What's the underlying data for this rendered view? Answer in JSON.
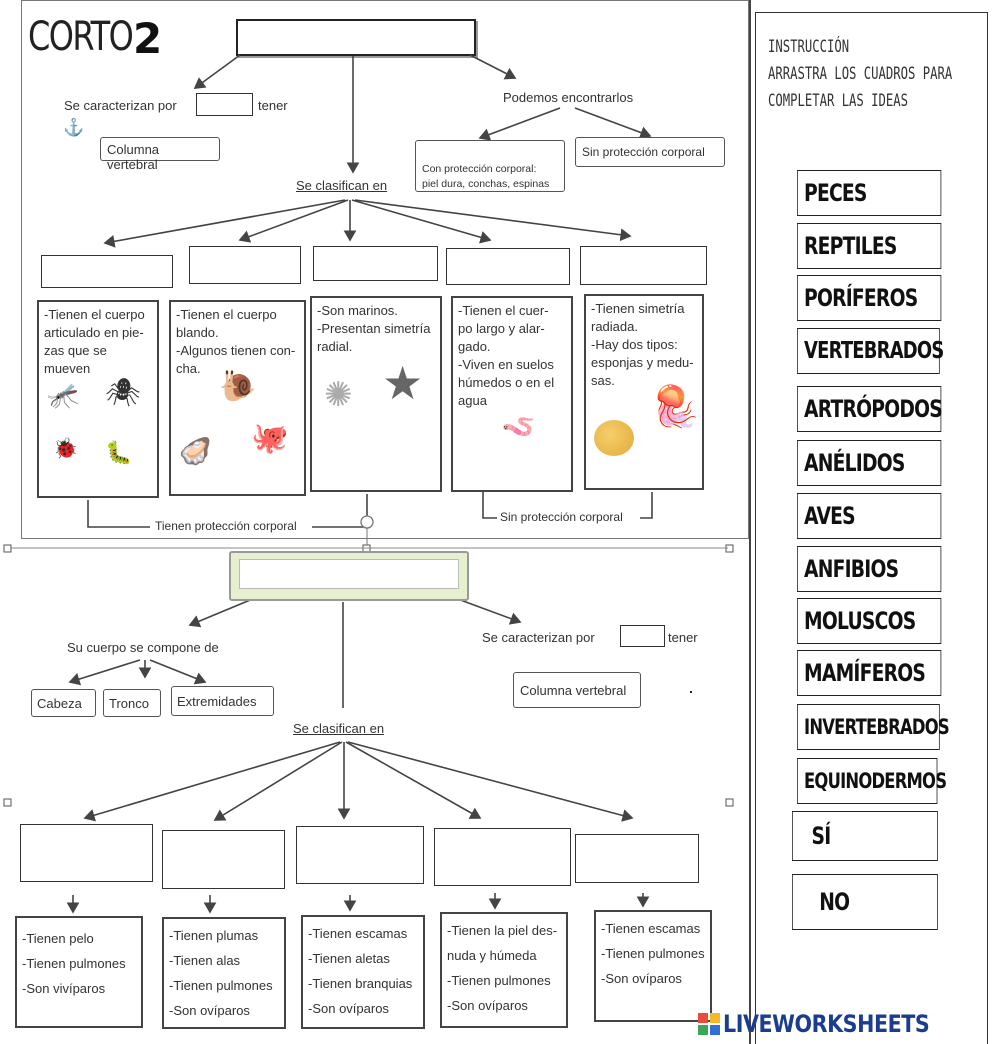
{
  "top": {
    "title": "CORTO",
    "title_num": "2",
    "left_caracterizan": "Se caracterizan por",
    "left_tener": "tener",
    "left_columna": "Columna vertebral",
    "podemos": "Podemos encontrarlos",
    "con_proteccion": "Con protección corporal:\npiel dura, conchas, espinas",
    "sin_proteccion_top": "Sin protección corporal",
    "se_clasifican": "Se clasifican en",
    "descs": [
      "-Tienen el cuerpo\narticulado en pie-\nzas que se mueven",
      "-Tienen el cuerpo\nblando.\n-Algunos tienen con-\ncha.",
      "-Son marinos.\n-Presentan simetría\nradial.",
      "-Tienen el cuer-\npo largo y alar-\ngado.\n-Viven en suelos\nhúmedos o en el\nagua",
      "-Tienen simetría\nradiada.\n-Hay dos tipos:\nesponjas y medu-\nsas."
    ],
    "tienen_proteccion": "Tienen protección corporal",
    "sin_proteccion_bottom": "Sin protección corporal"
  },
  "bottom": {
    "su_cuerpo": "Su cuerpo se compone de",
    "parts": [
      "Cabeza",
      "Tronco",
      "Extremidades"
    ],
    "caracterizan": "Se caracterizan por",
    "tener": "tener",
    "columna": "Columna vertebral",
    "se_clasifican": "Se clasifican en",
    "descs": [
      "-Tienen pelo\n-Tienen pulmones\n-Son vivíparos",
      "-Tienen plumas\n-Tienen alas\n-Tienen pulmones\n-Son ovíparos",
      "-Tienen escamas\n-Tienen aletas\n-Tienen branquias\n-Son ovíparos",
      "-Tienen la piel des-\nnuda y húmeda\n-Tienen pulmones\n-Son ovíparos",
      "-Tienen escamas\n-Tienen pulmones\n-Son ovíparos"
    ]
  },
  "instructions": {
    "line1": "INSTRUCCIÓN",
    "line2": "ARRASTRA LOS CUADROS PARA",
    "line3": "COMPLETAR LAS IDEAS"
  },
  "words": [
    "PECES",
    "REPTILES",
    "PORÍFEROS",
    "VERTEBRADOS",
    "ARTRÓPODOS",
    "ANÉLIDOS",
    "AVES",
    "ANFIBIOS",
    "MOLUSCOS",
    "MAMÍFEROS",
    "INVERTEBRADOS",
    "EQUINODERMOS",
    "SÍ",
    "NO"
  ],
  "footer": {
    "brand": "LIVEWORKSHEETS"
  },
  "colors": {
    "brand_blue": "#1a3d8f",
    "anchor_blue": "#3a78c8"
  }
}
